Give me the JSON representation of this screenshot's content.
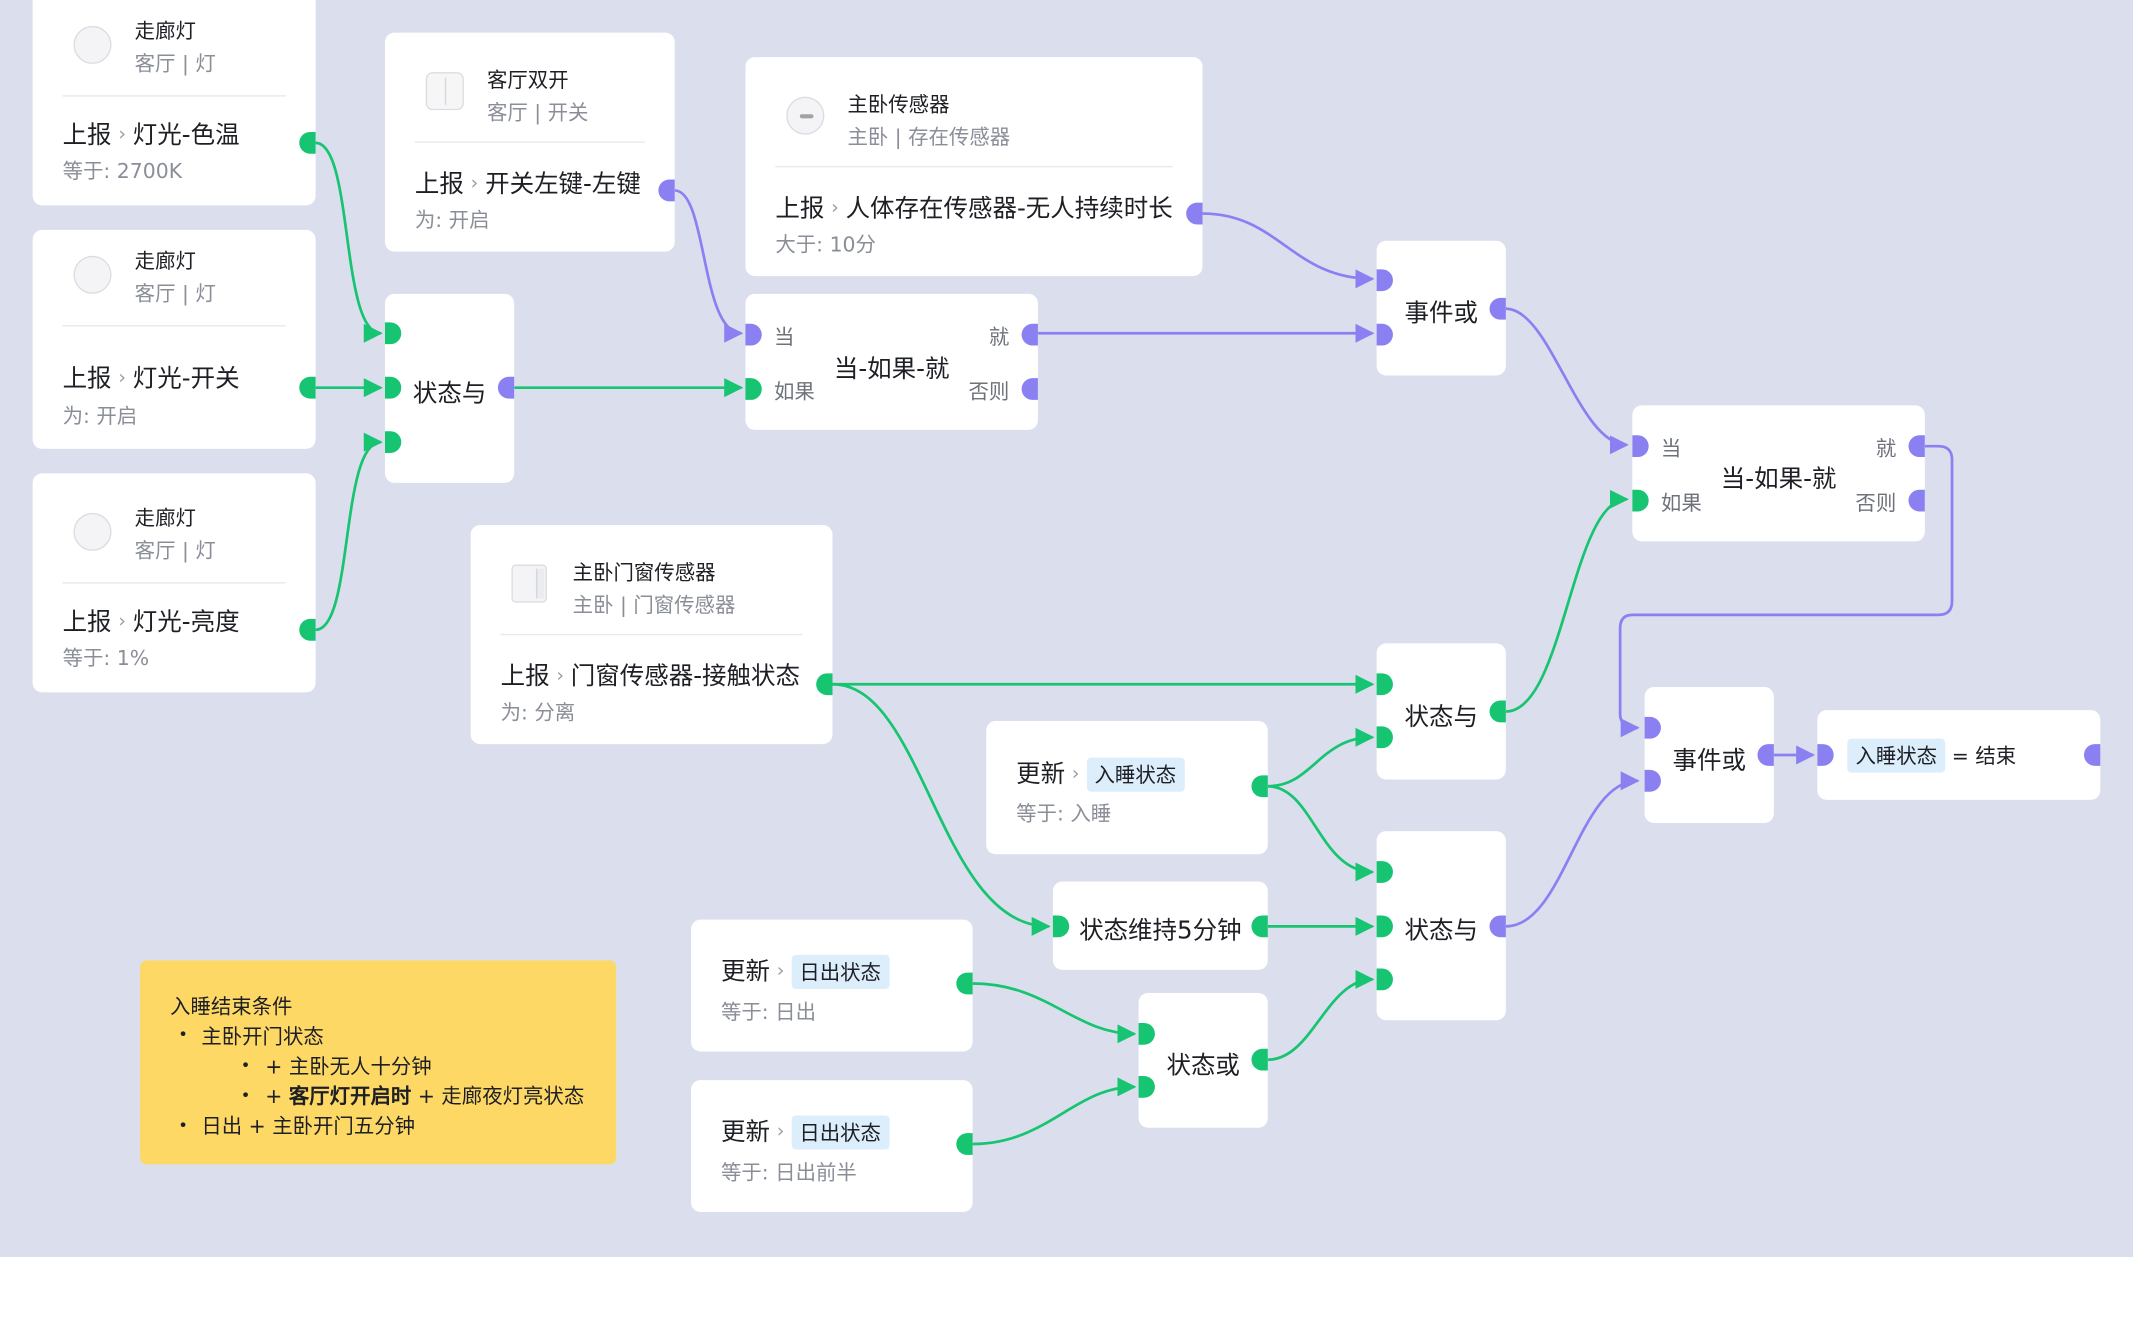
{
  "colors": {
    "canvas": "#dbdfed",
    "card": "#ffffff",
    "state_wire": "#17c471",
    "event_wire": "#8b80f2",
    "note": "#fdd865",
    "chip": "#dceefb"
  },
  "devices": {
    "d1": {
      "name": "走廊灯",
      "location": "客厅 | 灯",
      "event": "上报",
      "attribute": "灯光-色温",
      "cond_label": "等于:",
      "cond_value": "2700K",
      "icon": "lamp-icon"
    },
    "d2": {
      "name": "走廊灯",
      "location": "客厅 | 灯",
      "event": "上报",
      "attribute": "灯光-开关",
      "cond_label": "为:",
      "cond_value": "开启",
      "icon": "lamp-icon"
    },
    "d3": {
      "name": "走廊灯",
      "location": "客厅 | 灯",
      "event": "上报",
      "attribute": "灯光-亮度",
      "cond_label": "等于:",
      "cond_value": "1%",
      "icon": "lamp-icon"
    },
    "d4": {
      "name": "客厅双开",
      "location": "客厅 | 开关",
      "event": "上报",
      "attribute": "开关左键-左键",
      "cond_label": "为:",
      "cond_value": "开启",
      "icon": "switch-icon"
    },
    "d5": {
      "name": "主卧传感器",
      "location": "主卧 | 存在传感器",
      "event": "上报",
      "attribute": "人体存在传感器-无人持续时长",
      "cond_label": "大于:",
      "cond_value": "10分",
      "icon": "presence-sensor-icon"
    },
    "d6": {
      "name": "主卧门窗传感器",
      "location": "主卧 | 门窗传感器",
      "event": "上报",
      "attribute": "门窗传感器-接触状态",
      "cond_label": "为:",
      "cond_value": "分离",
      "icon": "door-sensor-icon"
    }
  },
  "updates": {
    "u1": {
      "event": "更新",
      "var": "入睡状态",
      "cond_label": "等于:",
      "cond_value": "入睡"
    },
    "u2": {
      "event": "更新",
      "var": "日出状态",
      "cond_label": "等于:",
      "cond_value": "日出"
    },
    "u3": {
      "event": "更新",
      "var": "日出状态",
      "cond_label": "等于:",
      "cond_value": "日出前半"
    }
  },
  "logic": {
    "and1": "状态与",
    "and2": "状态与",
    "and3": "状态与",
    "or1": "状态或",
    "evor1": "事件或",
    "evor2": "事件或",
    "hold": "状态维持5分钟",
    "wif1": {
      "title": "当-如果-就",
      "when": "当",
      "if": "如果",
      "then": "就",
      "else": "否则"
    },
    "wif2": {
      "title": "当-如果-就",
      "when": "当",
      "if": "如果",
      "then": "就",
      "else": "否则"
    }
  },
  "action": {
    "var": "入睡状态",
    "text": "= 结束"
  },
  "note": {
    "title": "入睡结束条件",
    "l1": "主卧开门状态",
    "l2": "+ 主卧无人十分钟",
    "l3_prefix": "+",
    "l3_bold": "客厅灯开启时",
    "l3_rest": "+ 走廊夜灯亮状态",
    "l4": "日出 + 主卧开门五分钟"
  }
}
